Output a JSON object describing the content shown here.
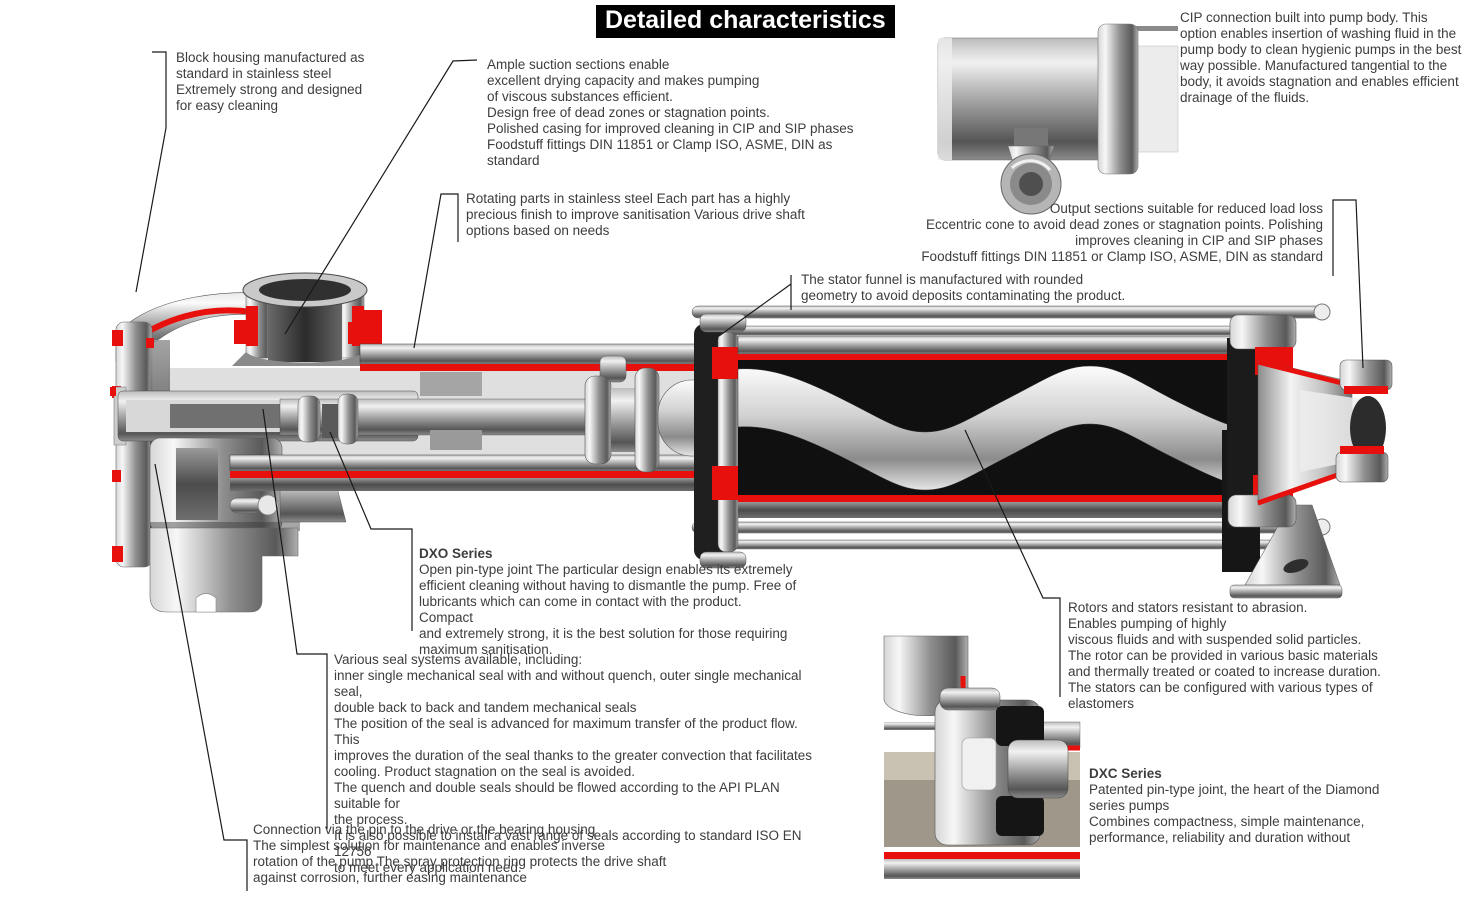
{
  "title": "Detailed characteristics",
  "colors": {
    "accent_red": "#e8100c",
    "metal_light": "#f2f2f2",
    "metal_dark": "#4a4a4a",
    "title_bg": "#000000",
    "title_fg": "#ffffff",
    "text": "#3d3d3d"
  },
  "annotations": {
    "block_housing": {
      "text": "Block housing manufactured as\nstandard in stainless steel\nExtremely strong and designed\nfor easy cleaning"
    },
    "suction": {
      "text": "Ample suction sections enable\nexcellent drying capacity and makes pumping\nof viscous substances efficient.\nDesign free of dead zones or stagnation points.\nPolished casing for improved cleaning in CIP and SIP phases\nFoodstuff fittings DIN 11851 or Clamp ISO, ASME, DIN as\nstandard"
    },
    "rotating_parts": {
      "text": "Rotating parts in stainless steel Each part has a highly\nprecious finish to improve sanitisation Various drive shaft\noptions based on needs"
    },
    "cip": {
      "text": "CIP connection built into pump body. This\noption enables insertion of washing fluid in the\npump body to clean hygienic pumps in the best\nway possible. Manufactured tangential to the\nbody, it avoids stagnation and enables efficient\ndrainage of the fluids."
    },
    "output": {
      "text": "Output sections suitable for reduced load loss\nEccentric cone to avoid dead zones or stagnation points. Polishing\nimproves cleaning in CIP and SIP phases\nFoodstuff fittings DIN 11851 or Clamp ISO, ASME, DIN as standard"
    },
    "stator_funnel": {
      "text": "The stator funnel is manufactured with rounded\ngeometry to avoid deposits contaminating the product."
    },
    "dxo": {
      "heading": "DXO Series",
      "body": "Open pin-type joint The particular design enables its extremely\nefficient cleaning without having to dismantle the pump. Free of\nlubricants which can come in contact with the product. Compact\nand extremely strong, it is the best solution for those requiring\nmaximum sanitisation."
    },
    "seals": {
      "text": "Various seal systems available, including:\ninner single mechanical seal with and without quench, outer single mechanical seal,\ndouble back to back and tandem mechanical seals\nThe position of the seal is advanced for maximum transfer of the product flow. This\nimproves the duration of the seal thanks to the greater convection that facilitates\ncooling. Product stagnation on the seal is avoided.\nThe quench and double seals should be flowed according to the API PLAN suitable for\nthe process.\nIt is also possible to install a vast range of seals according to standard ISO EN 12756\nto meet every application need."
    },
    "rotors": {
      "text": "Rotors and stators resistant to abrasion.\nEnables pumping of highly\nviscous fluids and with suspended solid particles.\nThe rotor can be provided in various basic materials\nand thermally treated or coated to increase duration.\nThe stators can be configured with various types of elastomers"
    },
    "dxc": {
      "heading": "DXC Series",
      "body": "Patented pin-type joint, the heart of the Diamond\nseries pumps\nCombines compactness, simple maintenance,\nperformance, reliability and duration without"
    },
    "connection": {
      "text": "Connection via the pin to the drive or the bearing housing\nThe simplest solution for maintenance and enables inverse\nrotation of the pump The spray protection ring protects the drive shaft\nagainst corrosion, further easing maintenance"
    }
  }
}
